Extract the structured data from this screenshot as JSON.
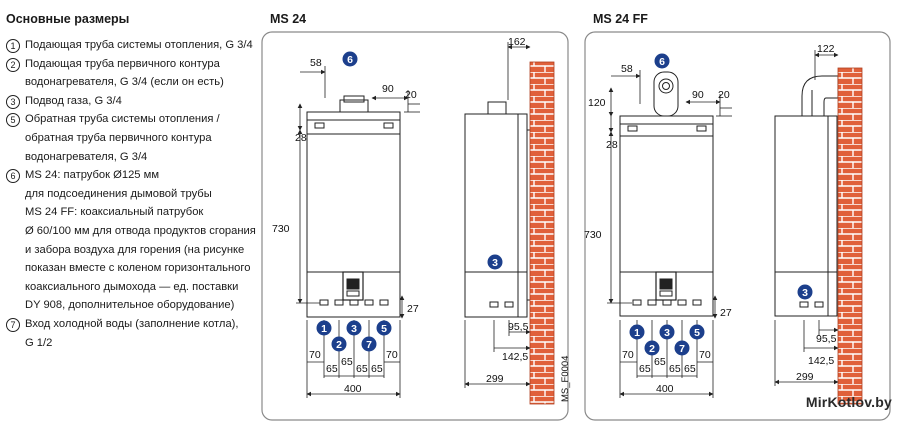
{
  "legend": {
    "title": "Основные размеры",
    "items": [
      {
        "num": "1",
        "lines": [
          "Подающая труба системы отопления, G 3/4"
        ]
      },
      {
        "num": "2",
        "lines": [
          "Подающая труба первичного контура",
          "водонагревателя, G 3/4 (если он есть)"
        ]
      },
      {
        "num": "3",
        "lines": [
          "Подвод газа, G 3/4"
        ]
      },
      {
        "num": "5",
        "lines": [
          "Обратная труба системы отопления /",
          "обратная труба первичного контура",
          "водонагревателя, G 3/4"
        ]
      },
      {
        "num": "6",
        "lines": [
          "MS 24: патрубок Ø125 мм",
          "для подсоединения дымовой трубы",
          "MS 24 FF: коаксиальный патрубок",
          "Ø 60/100 мм для отвода продуктов сгорания",
          "и забора воздуха для горения (на рисунке",
          "показан вместе с коленом горизонтального",
          "коаксиального дымохода — ед. поставки",
          "DY 908, дополнительное оборудование)"
        ]
      },
      {
        "num": "7",
        "lines": [
          "Вход холодной воды (заполнение котла),",
          "G 1/2"
        ]
      }
    ]
  },
  "panels": {
    "left_title": "MS 24",
    "right_title": "MS 24 FF"
  },
  "dims": {
    "d58": "58",
    "d90": "90",
    "d20": "20",
    "d28": "28",
    "d730": "730",
    "d27": "27",
    "d70": "70",
    "d65": "65",
    "d400": "400",
    "d162": "162",
    "d95": "95,5",
    "d142": "142,5",
    "d299": "299",
    "d122": "122",
    "d120": "120"
  },
  "badges": {
    "b1": "1",
    "b2": "2",
    "b3": "3",
    "b5": "5",
    "b6": "6",
    "b7": "7"
  },
  "drawing_code": "MS_F0004",
  "watermark": "MirKotlov.by",
  "colors": {
    "badge": "#1c3f8c",
    "brick": "#e0603a",
    "mortar": "#ffffff",
    "line": "#222222"
  }
}
